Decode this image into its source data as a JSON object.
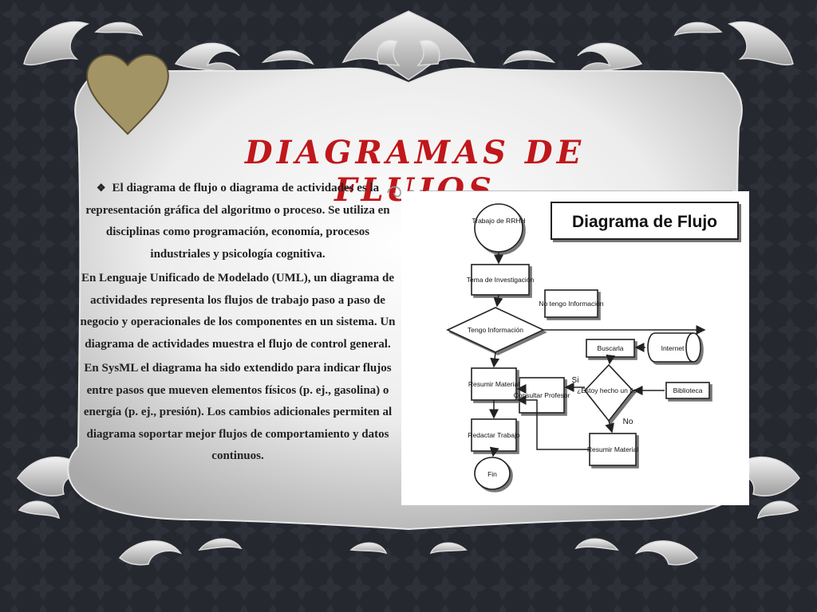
{
  "title": "DIAGRAMAS DE FLUJOS",
  "bullet_symbol": "❖",
  "paragraphs": [
    "El diagrama de flujo o diagrama de actividades es la representación gráfica del algoritmo o proceso. Se utiliza en disciplinas como programación, economía, procesos industriales y psicología cognitiva.",
    "En Lenguaje Unificado de Modelado (UML), un diagrama de actividades representa los flujos de trabajo paso a paso de negocio y operacionales de los componentes en un sistema. Un diagrama de actividades muestra el flujo de control general.",
    "En SysML el diagrama ha sido extendido para indicar flujos entre pasos que mueven elementos físicos (p. ej., gasolina) o energía (p. ej., presión). Los cambios adicionales permiten al diagrama soportar mejor flujos de comportamiento y datos continuos."
  ],
  "flowchart": {
    "title": "Diagrama de Flujo",
    "nodes": {
      "start": "Trabajo de RRHH",
      "research": "Tema de Investigación",
      "have_info": "Tengo Información",
      "no_info": "No tengo Información",
      "search": "Buscarla",
      "internet": "Internet",
      "done": "¿Estoy hecho un lío?",
      "library": "Biblioteca",
      "consult": "Consultar Profesor",
      "summarize_1": "Resumir Material",
      "write": "Redactar Trabajo",
      "summarize_2": "Resumir Material",
      "end": "Fin"
    },
    "labels": {
      "yes": "Si",
      "no": "No"
    }
  },
  "colors": {
    "title": "#c0171b",
    "heart": "#a39465",
    "background": "#262830"
  }
}
